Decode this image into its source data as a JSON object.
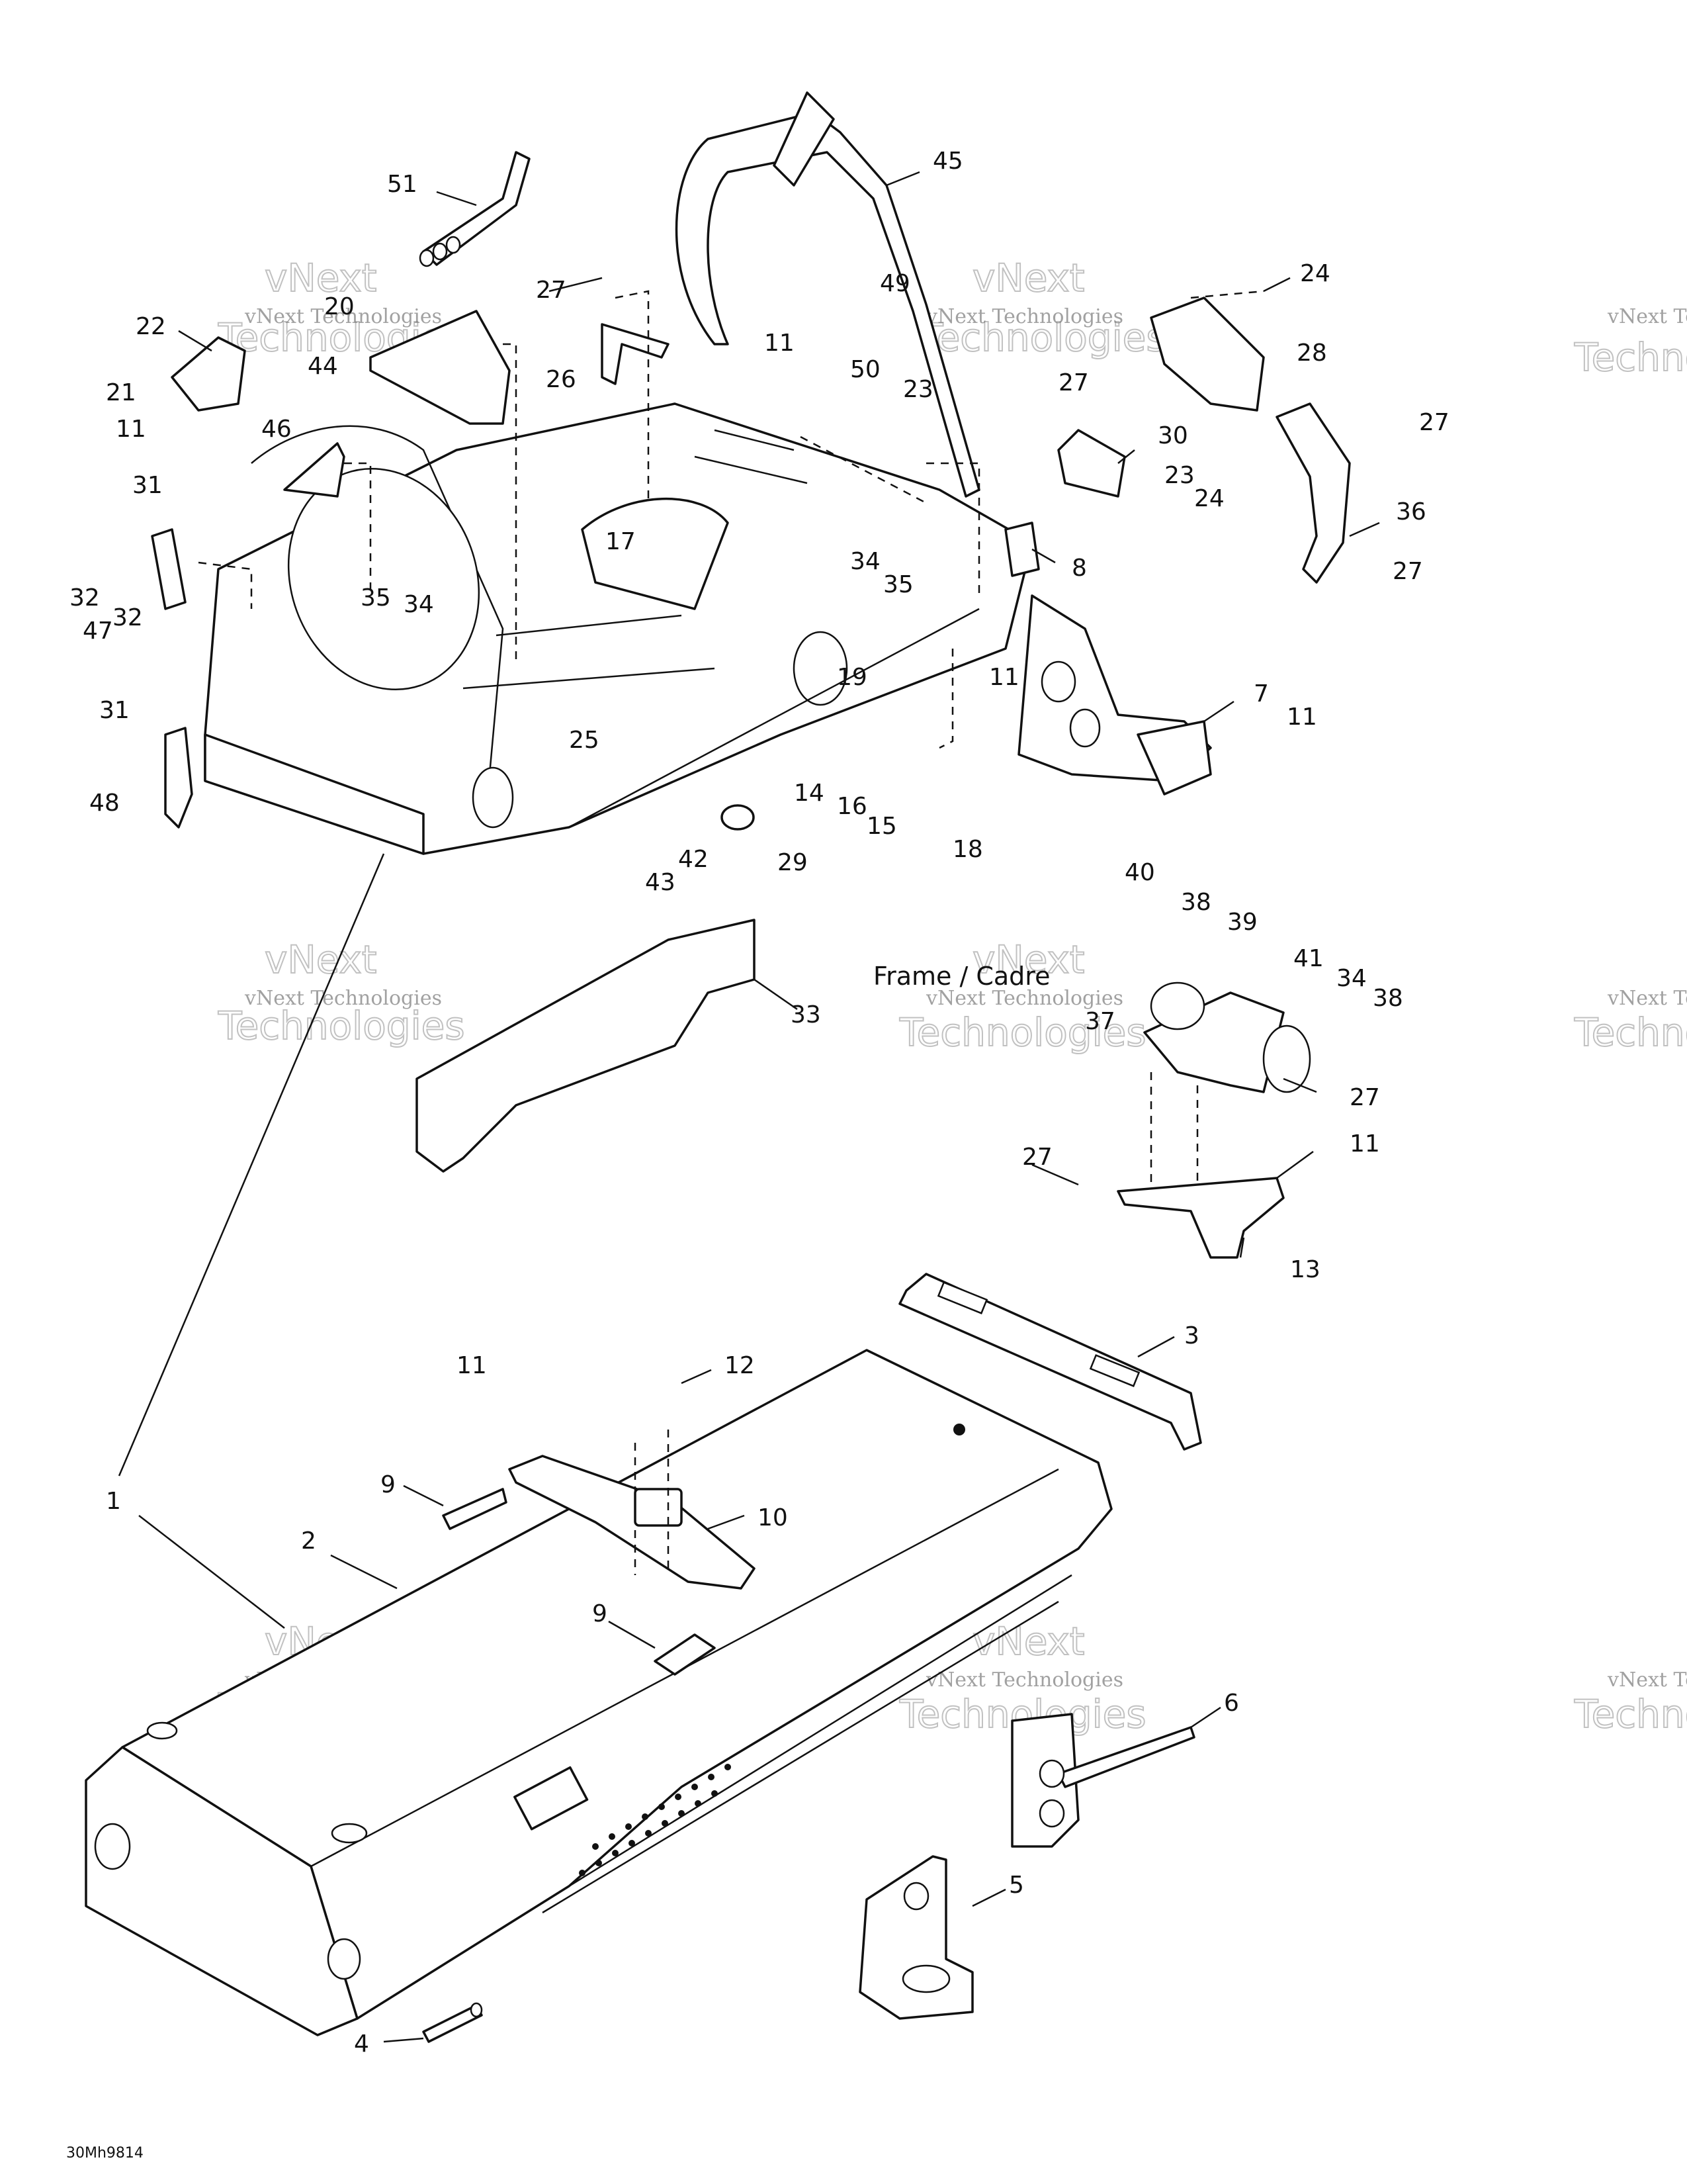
{
  "diagram": {
    "title": "Frame / Cadre",
    "drawing_code": "30Mh9814",
    "watermark": {
      "line1": "vNext Technologies",
      "line2": "Technologies",
      "line3": "vNext"
    },
    "callouts": {
      "c1": "1",
      "c2": "2",
      "c3": "3",
      "c4": "4",
      "c5": "5",
      "c6": "6",
      "c7": "7",
      "c8": "8",
      "c9a": "9",
      "c9b": "9",
      "c10": "10",
      "c11a": "11",
      "c11b": "11",
      "c11c": "11",
      "c11d": "11",
      "c11e": "11",
      "c11f": "11",
      "c12": "12",
      "c13": "13",
      "c14": "14",
      "c15": "15",
      "c16": "16",
      "c17": "17",
      "c18": "18",
      "c19": "19",
      "c20": "20",
      "c21": "21",
      "c22": "22",
      "c23a": "23",
      "c23b": "23",
      "c24a": "24",
      "c24b": "24",
      "c25": "25",
      "c26": "26",
      "c27a": "27",
      "c27b": "27",
      "c27c": "27",
      "c27d": "27",
      "c27e": "27",
      "c27f": "27",
      "c28": "28",
      "c29": "29",
      "c30": "30",
      "c31a": "31",
      "c31b": "31",
      "c32a": "32",
      "c32b": "32",
      "c33": "33",
      "c34a": "34",
      "c34b": "34",
      "c34c": "34",
      "c35a": "35",
      "c35b": "35",
      "c36": "36",
      "c37": "37",
      "c38a": "38",
      "c38b": "38",
      "c39": "39",
      "c40": "40",
      "c41": "41",
      "c42": "42",
      "c43": "43",
      "c44": "44",
      "c45": "45",
      "c46": "46",
      "c47": "47",
      "c48": "48",
      "c49": "49",
      "c50": "50",
      "c51": "51"
    }
  }
}
